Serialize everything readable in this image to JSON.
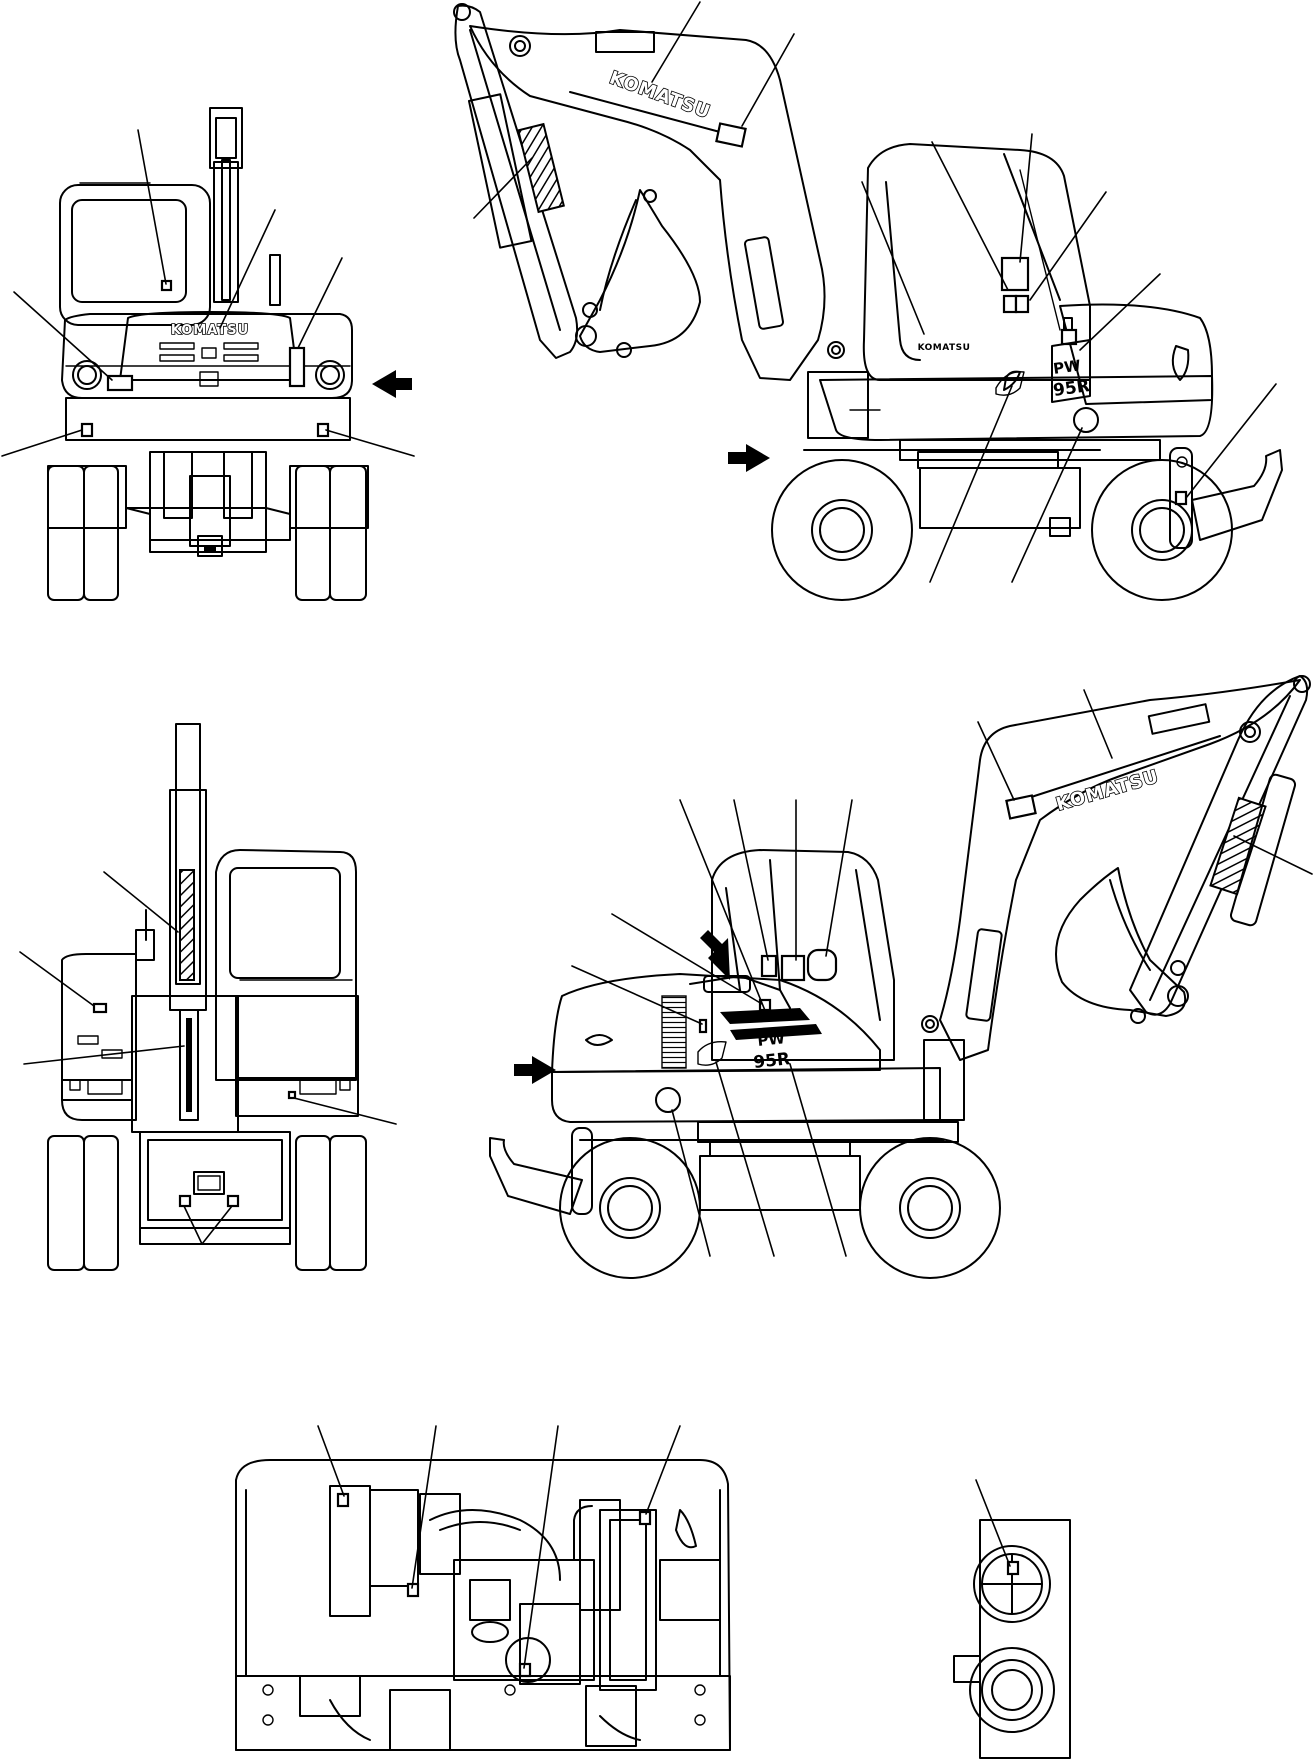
{
  "brand": {
    "name": "KOMATSU",
    "logo_text": "KOMATSU"
  },
  "model_plate": {
    "series": "PW",
    "number": "95R",
    "number_main": "95",
    "number_suffix": "R"
  },
  "colors": {
    "line": "#000000",
    "background": "#ffffff"
  },
  "icons": [
    "view-direction-arrow-icon",
    "hatched-warning-stripe-icon",
    "round-decal-icon"
  ]
}
